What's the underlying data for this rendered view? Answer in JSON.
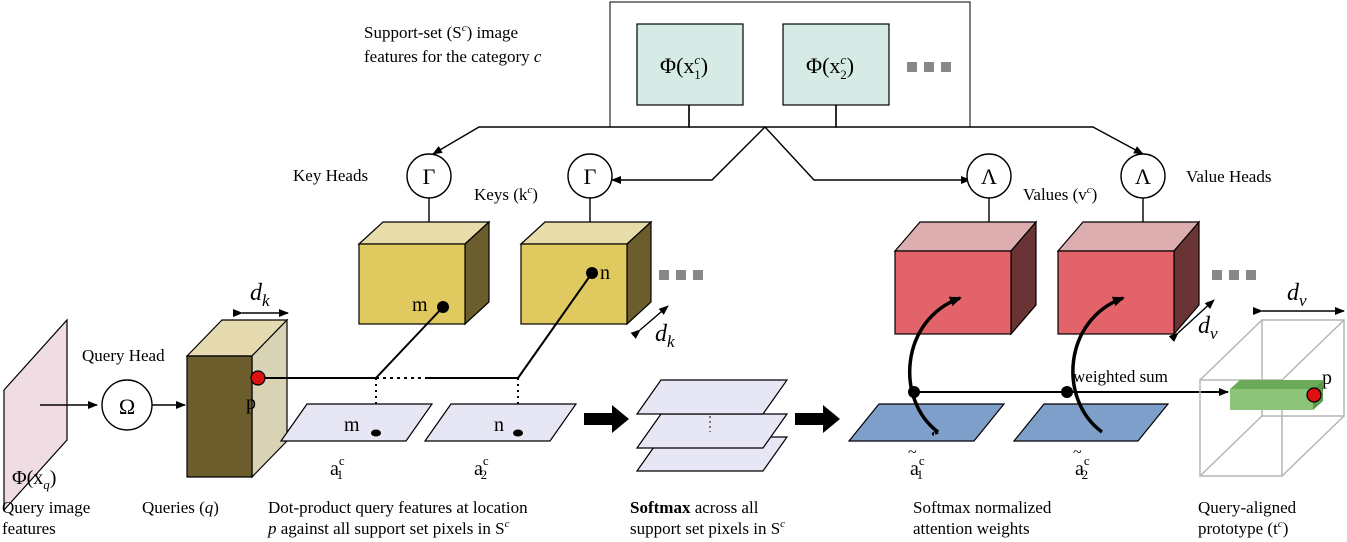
{
  "support_set": {
    "title_line1": "Support-set (S",
    "title_sup": "c",
    "title_line1_end": ") image",
    "title_line2": "features for the category ",
    "title_line2_var": "c",
    "box1": {
      "func": "Φ(x",
      "sup": "c",
      "sub": "1",
      "close": ")"
    },
    "box2": {
      "func": "Φ(x",
      "sup": "c",
      "sub": "2",
      "close": ")"
    }
  },
  "heads": {
    "key_heads": "Key Heads",
    "key_symbol": "Γ",
    "keys_label": "Keys (k",
    "keys_sup": "c",
    "keys_close": ")",
    "value_symbol": "Λ",
    "values_label": "Values (v",
    "values_sup": "c",
    "values_close": ")",
    "value_heads": "Value Heads",
    "query_head": "Query Head",
    "query_symbol": "Ω"
  },
  "dims": {
    "dk": "d",
    "dk_sub": "k",
    "dv": "d",
    "dv_sub": "v"
  },
  "points": {
    "m": "m",
    "n": "n",
    "p": "p"
  },
  "attention": {
    "a": "a",
    "a1_sub": "1",
    "a2_sub": "2",
    "sup": "c",
    "weighted_sum": "weighted sum"
  },
  "captions": {
    "query_features_1": "Query image",
    "query_features_2": "features",
    "query_input": "Φ(x",
    "query_input_sub": "q",
    "query_input_close": ")",
    "queries": "Queries (",
    "queries_var": "q",
    "queries_close": ")",
    "dot_line1": "Dot-product query features at location",
    "dot_line2_var": "p",
    "dot_line2": " against all support set pixels in S",
    "dot_sup": "c",
    "softmax_bold": "Softmax",
    "softmax_line1": " across all",
    "softmax_line2": "support set pixels in S",
    "softmax_sup": "c",
    "norm_line1": "Softmax normalized",
    "norm_line2": "attention weights",
    "proto_line1": "Query-aligned",
    "proto_line2": "prototype (t",
    "proto_sup": "c",
    "proto_close": ")"
  },
  "colors": {
    "support_box": "#d6ebe6",
    "key_cube_front": "#e0c95e",
    "key_cube_top": "#e7dcaa",
    "key_cube_side": "#6b5e2c",
    "value_cube_front": "#e2636a",
    "value_cube_top": "#ddaeb0",
    "value_cube_side": "#6b3434",
    "query_plane": "#f0dde3",
    "dot_plane": "#e6e6f4",
    "attn_plane": "#7f9fcb",
    "prototype": "#8cc47a",
    "point": "#dd1111"
  }
}
